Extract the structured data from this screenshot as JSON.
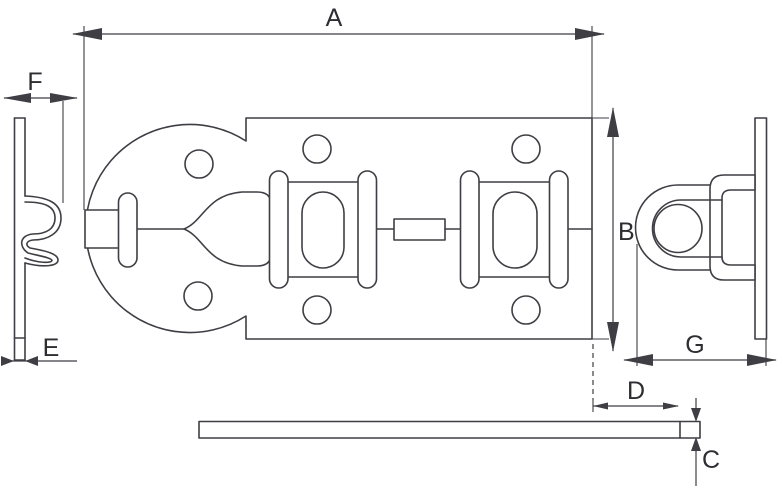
{
  "diagram": {
    "description": "Technical dimension drawing of a sliding door bolt latch: top view of plate with bolt and guide brackets, left end profile view, keeper eye plate side view, and plate thickness side view",
    "labels": {
      "a": "A",
      "b": "B",
      "c": "C",
      "d": "D",
      "e": "E",
      "f": "F",
      "g": "G"
    },
    "colors": {
      "background": "#ffffff",
      "line": "#3e3e44",
      "label": "#2d2d32"
    }
  }
}
